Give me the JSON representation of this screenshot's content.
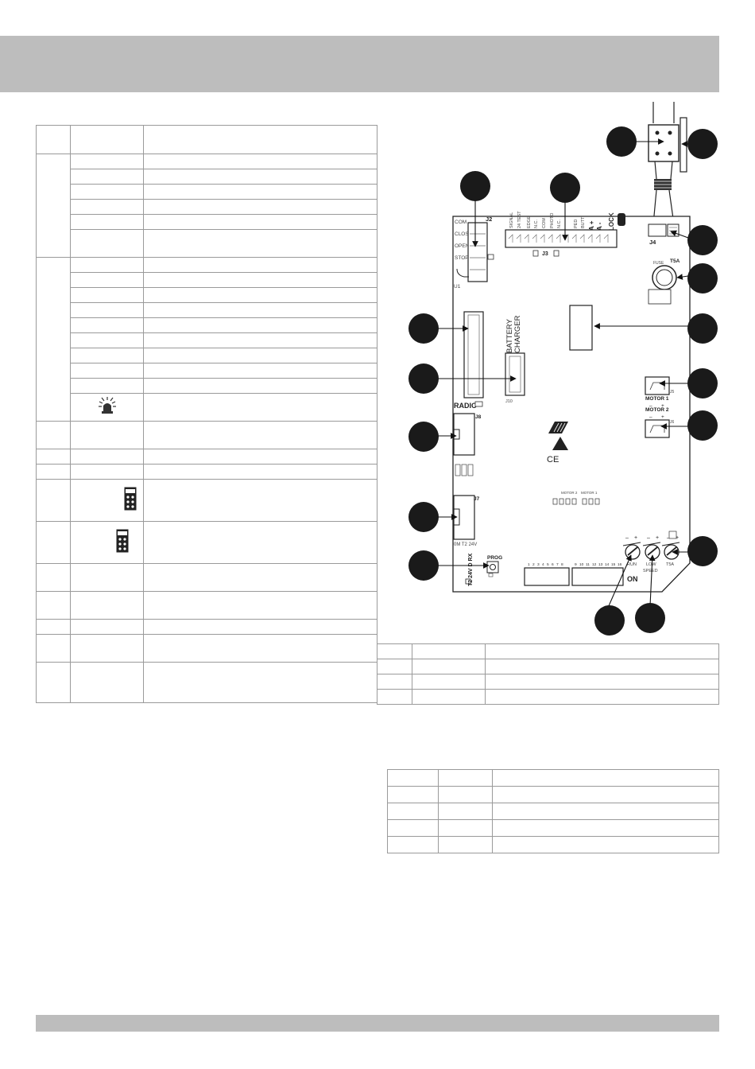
{
  "board": {
    "j2": {
      "name": "J2",
      "terminals": [
        "COM",
        "CLOSE",
        "OPEN",
        "STOP"
      ]
    },
    "j3": {
      "name": "J3",
      "terminals": [
        "SIGNAL",
        "24 TEST",
        "EDGE",
        "N.C.",
        "COM",
        "PHOTO",
        "N.C.",
        "PED",
        "BUTT"
      ],
      "power_signs": [
        "A +",
        "A -"
      ],
      "lock_label": "LOCK"
    },
    "j4": "J4",
    "u1": "U1",
    "fuse": {
      "name": "FUSE",
      "rating": "T5A"
    },
    "battery_charger": [
      "BATTERY",
      "CHARGER"
    ],
    "j10": "J10",
    "radio": "RADIO",
    "j8": "J8",
    "j7": "J7",
    "j7_labels": "0M  T2  24V",
    "prog": "PROG",
    "side_labels": "T2 24V D RX",
    "motor1": {
      "name": "MOTOR 1",
      "signs": [
        "–",
        "+"
      ],
      "connector": "J5"
    },
    "motor2": {
      "name": "MOTOR 2",
      "signs": [
        "–",
        "+"
      ],
      "connector": "J6"
    },
    "motor_small": [
      "MOTOR 2",
      "MOTOR 1"
    ],
    "trimmers": [
      "RUN",
      "LOW",
      "T5A"
    ],
    "speed": "SPEED",
    "dip_numbers": [
      "1",
      "2",
      "3",
      "4",
      "5",
      "6",
      "7",
      "8",
      "9",
      "10",
      "11",
      "12",
      "13",
      "14",
      "15",
      "16"
    ],
    "on": "ON",
    "ce": "CE",
    "pm_signs": [
      "–",
      "+",
      "–",
      "+",
      "–",
      "+"
    ]
  },
  "icons": [
    "flashing-lamp-icon",
    "jumper-block-icon",
    "jumper-block-icon",
    "ce-mark-icon",
    "weee-icon"
  ]
}
